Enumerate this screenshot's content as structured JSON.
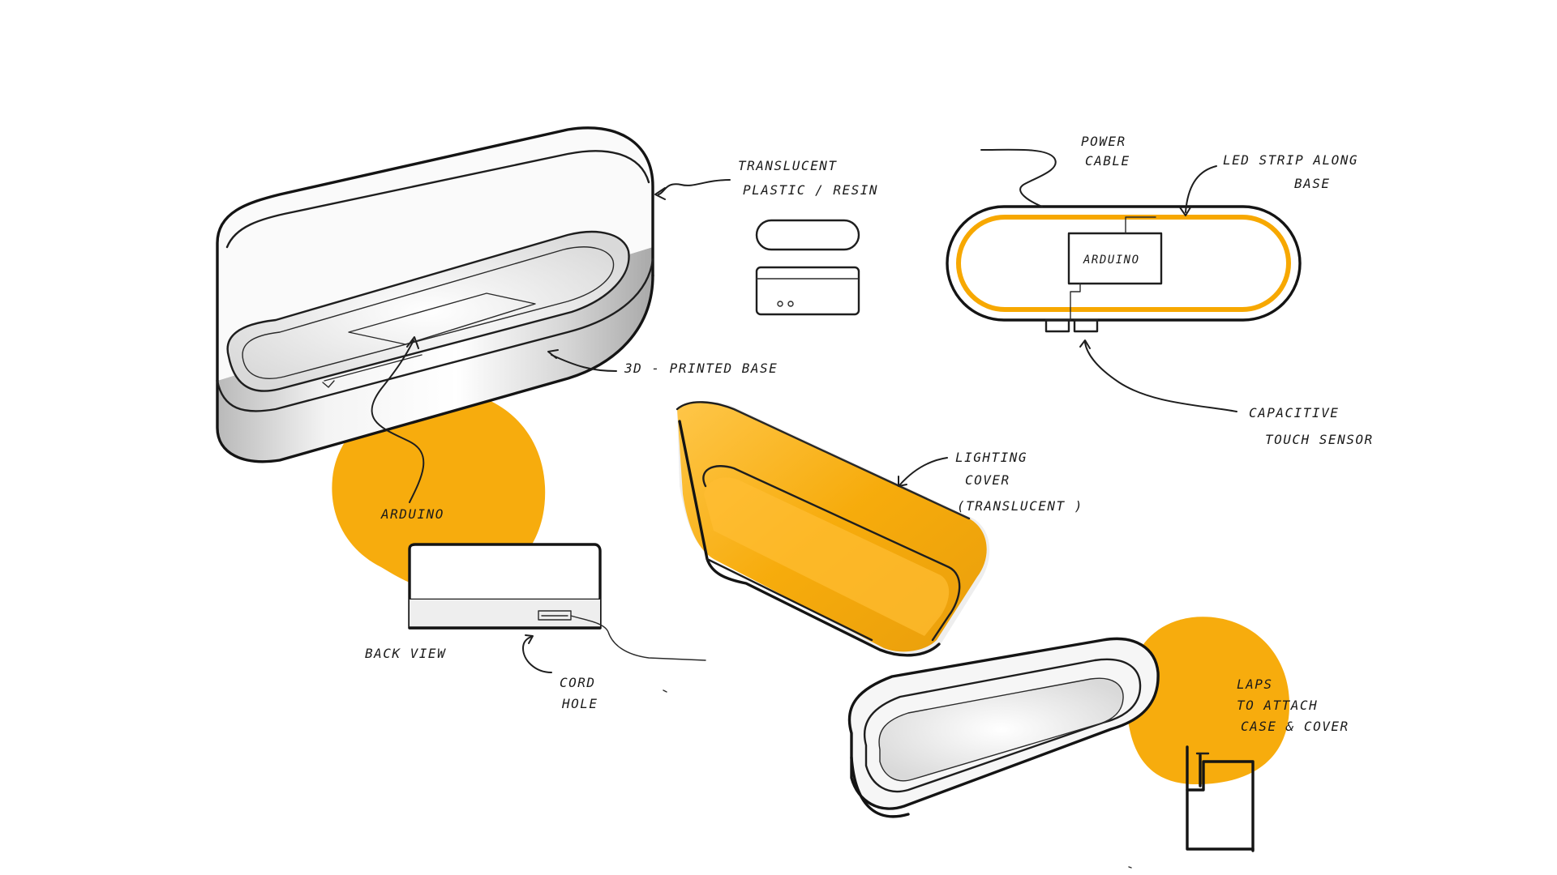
{
  "labels": {
    "translucent": [
      "TRANSLUCENT",
      "PLASTIC / RESIN"
    ],
    "printed_base": "3D - PRINTED BASE",
    "arduino_main": "ARDUINO",
    "back_view": "BACK VIEW",
    "cord_hole": [
      "CORD",
      "HOLE"
    ],
    "lighting_cover": [
      "LIGHTING",
      "COVER",
      "(TRANSLUCENT )"
    ],
    "power_cable": [
      "POWER",
      "CABLE"
    ],
    "led_strip": [
      "LED STRIP ALONG",
      "BASE"
    ],
    "arduino_box": "ARDUINO",
    "capacitive": [
      "CAPACITIVE",
      "TOUCH SENSOR"
    ],
    "laps": [
      "LAPS",
      "TO ATTACH",
      "CASE & COVER"
    ]
  },
  "colors": {
    "accent": "#F7A800",
    "accent_light": "#FFD27A",
    "ink": "#1e1e1e",
    "shade": "#cfcfcf"
  }
}
